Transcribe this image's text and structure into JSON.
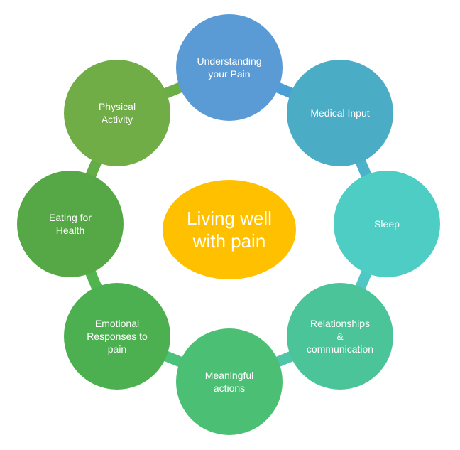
{
  "center": {
    "label": "Living well\nwith pain",
    "color": "#FFC000"
  },
  "ring_color": "#4A9FD6",
  "nodes": [
    {
      "label": "Understanding\nyour Pain",
      "color": "#5B9BD5"
    },
    {
      "label": "Medical Input",
      "color": "#4BACC6"
    },
    {
      "label": "Sleep",
      "color": "#4ECDC4"
    },
    {
      "label": "Relationships\n&\ncommunication",
      "color": "#4CC49A"
    },
    {
      "label": "Meaningful\nactions",
      "color": "#4BBF73"
    },
    {
      "label": "Emotional\nResponses to\npain",
      "color": "#4CB050"
    },
    {
      "label": "Eating for\nHealth",
      "color": "#56A846"
    },
    {
      "label": "Physical\nActivity",
      "color": "#70AD47"
    }
  ],
  "connector_colors": [
    "#4A9FD6",
    "#4BB2C9",
    "#4FC8C3",
    "#4EC6A7",
    "#4CC17A",
    "#50B54F",
    "#62AD48",
    "#6AAE46"
  ]
}
